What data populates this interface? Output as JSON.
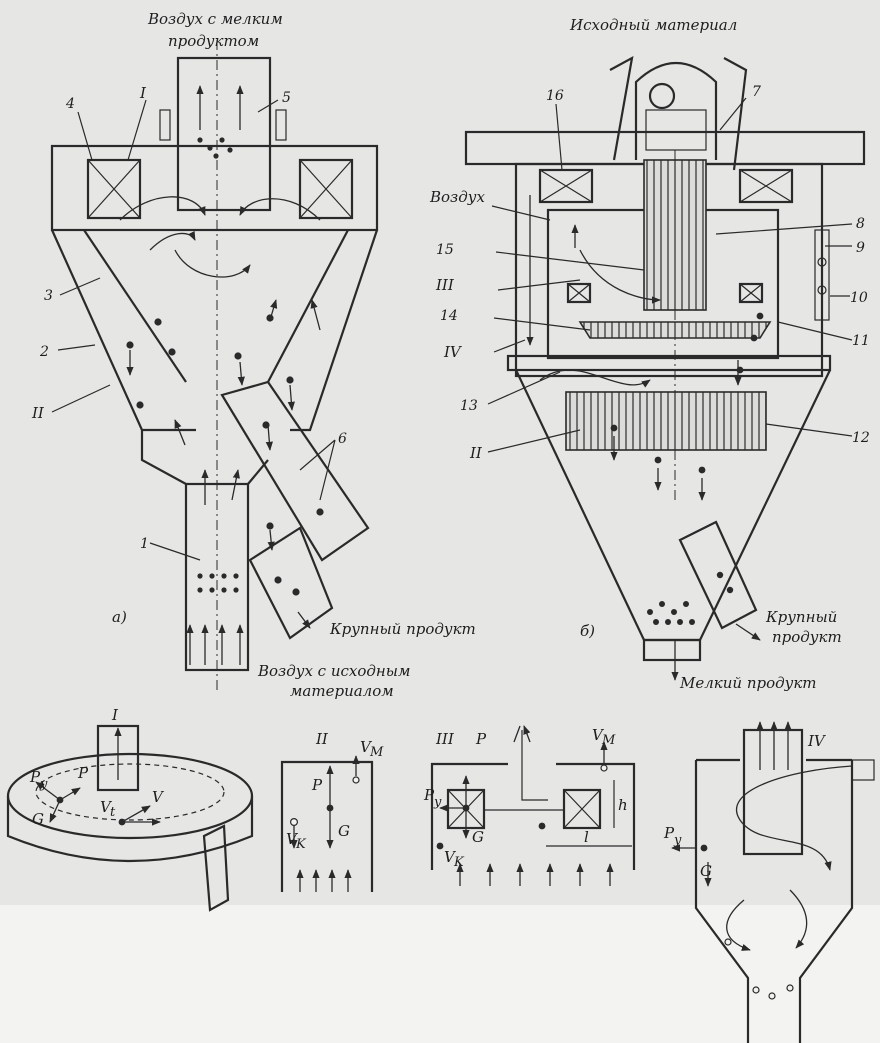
{
  "diagram": {
    "labels": {
      "air_fine_a": "Воздух с мелким",
      "air_fine_b": "продуктом",
      "source_material": "Исходный материал",
      "air": "Воздух",
      "coarse_a": "Крупный продукт",
      "coarse_b1": "Крупный",
      "coarse_b2": "продукт",
      "air_source_1": "Воздух с исходным",
      "air_source_2": "материалом",
      "fine_product": "Мелкий продукт",
      "fig_a": "а)",
      "fig_b": "б)"
    },
    "numbers": [
      "1",
      "2",
      "3",
      "4",
      "5",
      "6",
      "7",
      "8",
      "9",
      "10",
      "11",
      "12",
      "13",
      "14",
      "15",
      "16"
    ],
    "zones": [
      "I",
      "II",
      "III",
      "IV"
    ],
    "symbols": {
      "P": "P",
      "G": "G",
      "Py": "P",
      "y": "y",
      "V": "V",
      "Vt": "V",
      "t": "t",
      "Vk": "V",
      "k": "K",
      "Vm": "V",
      "m": "M",
      "h": "h",
      "l": "l"
    }
  }
}
